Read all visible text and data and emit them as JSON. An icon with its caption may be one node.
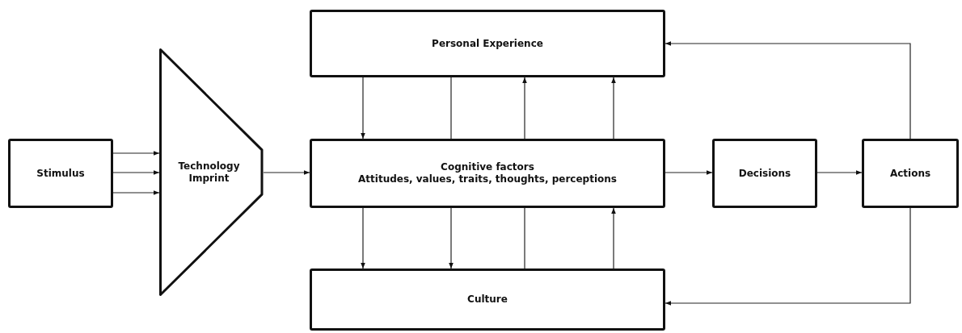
{
  "diagram": {
    "nodes": [
      {
        "text": [
          "Stimulus"
        ]
      },
      {
        "text": [
          "Technology Imprint"
        ]
      },
      {
        "text": [
          "Personal Experience"
        ]
      },
      {
        "text": [
          "Cognitive factors",
          "Attitudes, values, traits, thoughts, perceptions"
        ]
      },
      {
        "text": [
          "Decisions"
        ]
      },
      {
        "text": [
          "Actions"
        ]
      },
      {
        "text": [
          "Culture"
        ]
      }
    ],
    "edges": [
      {
        "from": 0,
        "to": 1,
        "arrow": "to"
      },
      {
        "from": 0,
        "to": 1,
        "arrow": "to"
      },
      {
        "from": 0,
        "to": 1,
        "arrow": "to"
      },
      {
        "from": 1,
        "to": 3,
        "arrow": "to"
      },
      {
        "from": 2,
        "to": 3,
        "arrow": "to"
      },
      {
        "from": 2,
        "to": 3,
        "arrow": "none"
      },
      {
        "from": 3,
        "to": 2,
        "arrow": "to"
      },
      {
        "from": 3,
        "to": 2,
        "arrow": "to"
      },
      {
        "from": 3,
        "to": 6,
        "arrow": "to"
      },
      {
        "from": 3,
        "to": 6,
        "arrow": "to"
      },
      {
        "from": 3,
        "to": 6,
        "arrow": "none"
      },
      {
        "from": 6,
        "to": 3,
        "arrow": "to"
      },
      {
        "from": 3,
        "to": 4,
        "arrow": "to"
      },
      {
        "from": 4,
        "to": 5,
        "arrow": "to"
      },
      {
        "from": 5,
        "to": 2,
        "arrow": "to"
      },
      {
        "from": 5,
        "to": 6,
        "arrow": "to"
      }
    ]
  }
}
